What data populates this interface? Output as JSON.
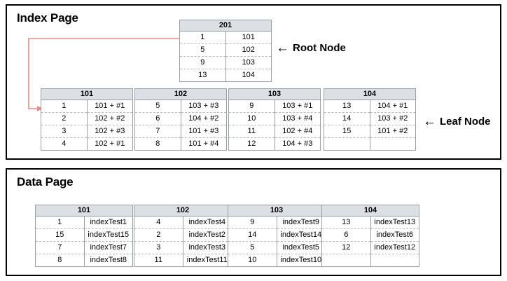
{
  "index_panel": {
    "title": "Index Page",
    "root_node": {
      "header": "201",
      "rows": [
        {
          "key": "1",
          "value": "101"
        },
        {
          "key": "5",
          "value": "102"
        },
        {
          "key": "9",
          "value": "103"
        },
        {
          "key": "13",
          "value": "104"
        }
      ]
    },
    "root_label": {
      "arrow": "←",
      "text": "Root Node"
    },
    "leaf_label": {
      "arrow": "←",
      "text": "Leaf Node"
    },
    "leaf_nodes": [
      {
        "header": "101",
        "rows": [
          {
            "key": "1",
            "value": "101 + #1"
          },
          {
            "key": "2",
            "value": "102 + #2"
          },
          {
            "key": "3",
            "value": "102 + #3"
          },
          {
            "key": "4",
            "value": "102 + #1"
          }
        ]
      },
      {
        "header": "102",
        "rows": [
          {
            "key": "5",
            "value": "103 + #3"
          },
          {
            "key": "6",
            "value": "104 + #2"
          },
          {
            "key": "7",
            "value": "101 + #3"
          },
          {
            "key": "8",
            "value": "101 + #4"
          }
        ]
      },
      {
        "header": "103",
        "rows": [
          {
            "key": "9",
            "value": "103 + #1"
          },
          {
            "key": "10",
            "value": "103 + #4"
          },
          {
            "key": "11",
            "value": "102 + #4"
          },
          {
            "key": "12",
            "value": "104 + #3"
          }
        ]
      },
      {
        "header": "104",
        "rows": [
          {
            "key": "13",
            "value": "104 + #1"
          },
          {
            "key": "14",
            "value": "103 + #2"
          },
          {
            "key": "15",
            "value": "101 + #2"
          },
          {
            "key": "",
            "value": ""
          }
        ]
      }
    ]
  },
  "data_panel": {
    "title": "Data Page",
    "data_pages": [
      {
        "header": "101",
        "rows": [
          {
            "key": "1",
            "value": "indexTest1"
          },
          {
            "key": "15",
            "value": "indexTest15"
          },
          {
            "key": "7",
            "value": "indexTest7"
          },
          {
            "key": "8",
            "value": "indexTest8"
          }
        ]
      },
      {
        "header": "102",
        "rows": [
          {
            "key": "4",
            "value": "indexTest4"
          },
          {
            "key": "2",
            "value": "indexTest2"
          },
          {
            "key": "3",
            "value": "indexTest3"
          },
          {
            "key": "11",
            "value": "indexTest11"
          }
        ]
      },
      {
        "header": "103",
        "rows": [
          {
            "key": "9",
            "value": "indexTest9"
          },
          {
            "key": "14",
            "value": "indexTest14"
          },
          {
            "key": "5",
            "value": "indexTest5"
          },
          {
            "key": "10",
            "value": "indexTest10"
          }
        ]
      },
      {
        "header": "104",
        "rows": [
          {
            "key": "13",
            "value": "indexTest13"
          },
          {
            "key": "6",
            "value": "indexTest6"
          },
          {
            "key": "12",
            "value": "indexTest12"
          },
          {
            "key": "",
            "value": ""
          }
        ]
      }
    ]
  },
  "colors": {
    "connector": "#e8897e",
    "header_bg": "#dcdfe3",
    "table_border": "#9aa0a6",
    "panel_border": "#000000"
  }
}
